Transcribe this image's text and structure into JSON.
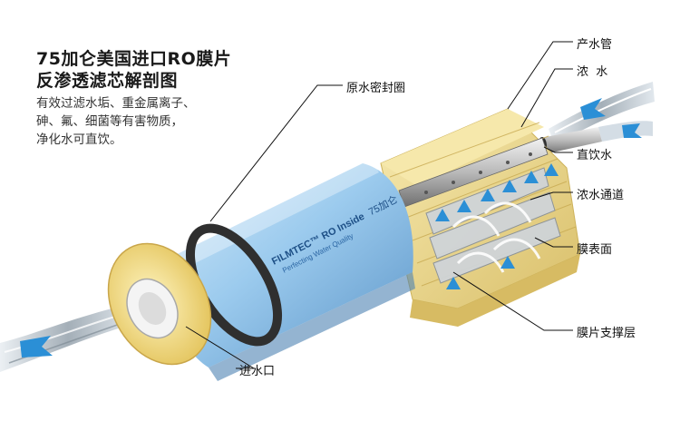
{
  "heading": {
    "line1": "75加仑美国进口RO膜片",
    "line2": "反渗透滤芯解剖图"
  },
  "description": {
    "line1": "有效过滤水垢、重金属离子、",
    "line2": "砷、氟、细菌等有害物质，",
    "line3": "净化水可直饮。"
  },
  "product": {
    "brand": "FILMTEC™ RO Inside",
    "capacity": "75加仑",
    "tagline": "Perfecting Water Quality"
  },
  "labels": {
    "seal_ring": "原水密封圈",
    "product_pipe": "产水管",
    "concentrate": "浓  水",
    "direct_drink": "直饮水",
    "concentrate_channel": "浓水通道",
    "membrane_surface": "膜表面",
    "membrane_support": "膜片支撑层",
    "inlet": "进水口"
  },
  "colors": {
    "cylinder": "#8fc0e8",
    "membrane": "#efd98e",
    "seal": "#2f2f2f",
    "arrow": "#2b8fd6",
    "leader": "#111111"
  }
}
